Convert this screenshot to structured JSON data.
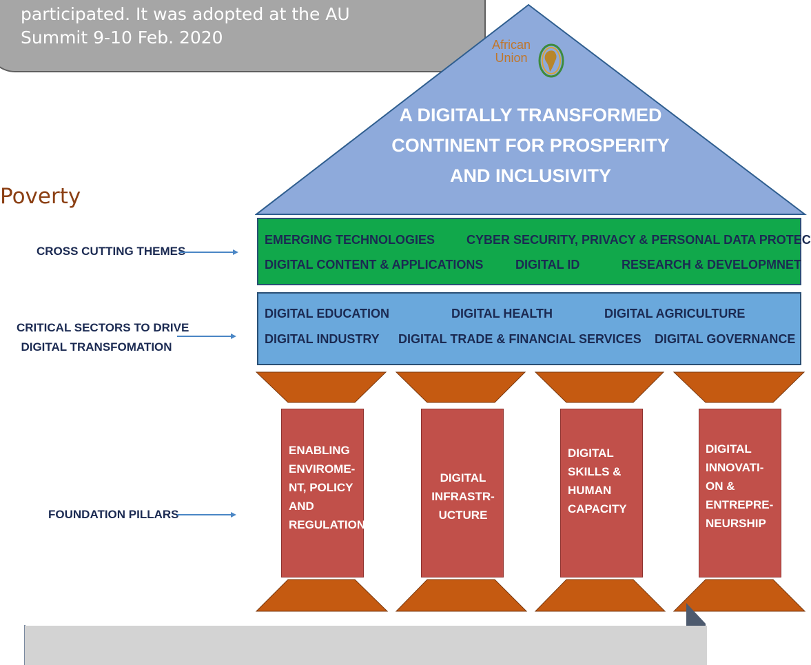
{
  "callout": {
    "line1": "participated. It was adopted at the AU",
    "line2": "Summit 9-10 Feb. 2020"
  },
  "side_heading": "Poverty",
  "logo": {
    "line1": "African",
    "line2": "Union",
    "icon": "african-union-emblem"
  },
  "roof": {
    "line1": "A DIGITALLY TRANSFORMED",
    "line2": "CONTINENT FOR PROSPERITY",
    "line3": "AND INCLUSIVITY",
    "color": "#8eaadb"
  },
  "labels": {
    "cross_cutting": "CROSS CUTTING THEMES",
    "critical_line1": "CRITICAL SECTORS TO DRIVE",
    "critical_line2": "DIGITAL TRANSFOMATION",
    "foundation": "FOUNDATION PILLARS"
  },
  "cross_cutting_themes": {
    "row1_left": "EMERGING TECHNOLOGIES",
    "row1_right": "CYBER SECURITY, PRIVACY & PERSONAL DATA PROTECTION",
    "row2_a": "DIGITAL CONTENT & APPLICATIONS",
    "row2_b": "DIGITAL ID",
    "row2_c": "RESEARCH & DEVELOPMNET",
    "color": "#11a84b"
  },
  "critical_sectors": {
    "row1_a": "DIGITAL EDUCATION",
    "row1_b": "DIGITAL HEALTH",
    "row1_c": "DIGITAL AGRICULTURE",
    "row2_a": "DIGITAL INDUSTRY",
    "row2_b": "DIGITAL TRADE & FINANCIAL SERVICES",
    "row2_c": "DIGITAL GOVERNANCE",
    "color": "#6aa8dc"
  },
  "pillars": [
    "ENABLING\nENVIROME-\nNT, POLICY\nAND\nREGULATION",
    "DIGITAL\nINFRASTR-\nUCTURE",
    "DIGITAL\nSKILLS &\nHUMAN\nCAPACITY",
    "DIGITAL\nINNOVATI-\nON &\nENTREPRE-\nNEURSHIP"
  ],
  "colors": {
    "pillar": "#c1504a",
    "capital": "#c55a11",
    "label_text": "#1b2a52",
    "arrow": "#4a86c5"
  }
}
